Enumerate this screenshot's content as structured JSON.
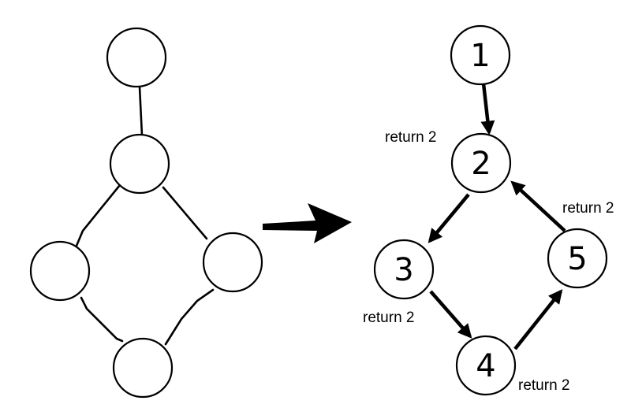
{
  "left_graph": {
    "nodes": [
      {
        "id": "top"
      },
      {
        "id": "upper"
      },
      {
        "id": "left"
      },
      {
        "id": "right"
      },
      {
        "id": "bottom"
      }
    ],
    "edges": [
      [
        "top",
        "upper"
      ],
      [
        "upper",
        "left"
      ],
      [
        "upper",
        "right"
      ],
      [
        "left",
        "bottom"
      ],
      [
        "right",
        "bottom"
      ]
    ]
  },
  "right_graph": {
    "nodes": [
      {
        "id": "n1",
        "label": "1"
      },
      {
        "id": "n2",
        "label": "2"
      },
      {
        "id": "n3",
        "label": "3"
      },
      {
        "id": "n4",
        "label": "4"
      },
      {
        "id": "n5",
        "label": "5"
      }
    ],
    "directed_edges": [
      [
        "n1",
        "n2"
      ],
      [
        "n2",
        "n3"
      ],
      [
        "n3",
        "n4"
      ],
      [
        "n4",
        "n5"
      ],
      [
        "n5",
        "n2"
      ]
    ],
    "annotations": [
      {
        "id": "ret-n2",
        "text": "return 2"
      },
      {
        "id": "ret-n5",
        "text": "return 2"
      },
      {
        "id": "ret-n3",
        "text": "return 2"
      },
      {
        "id": "ret-n4",
        "text": "return 2"
      }
    ]
  }
}
